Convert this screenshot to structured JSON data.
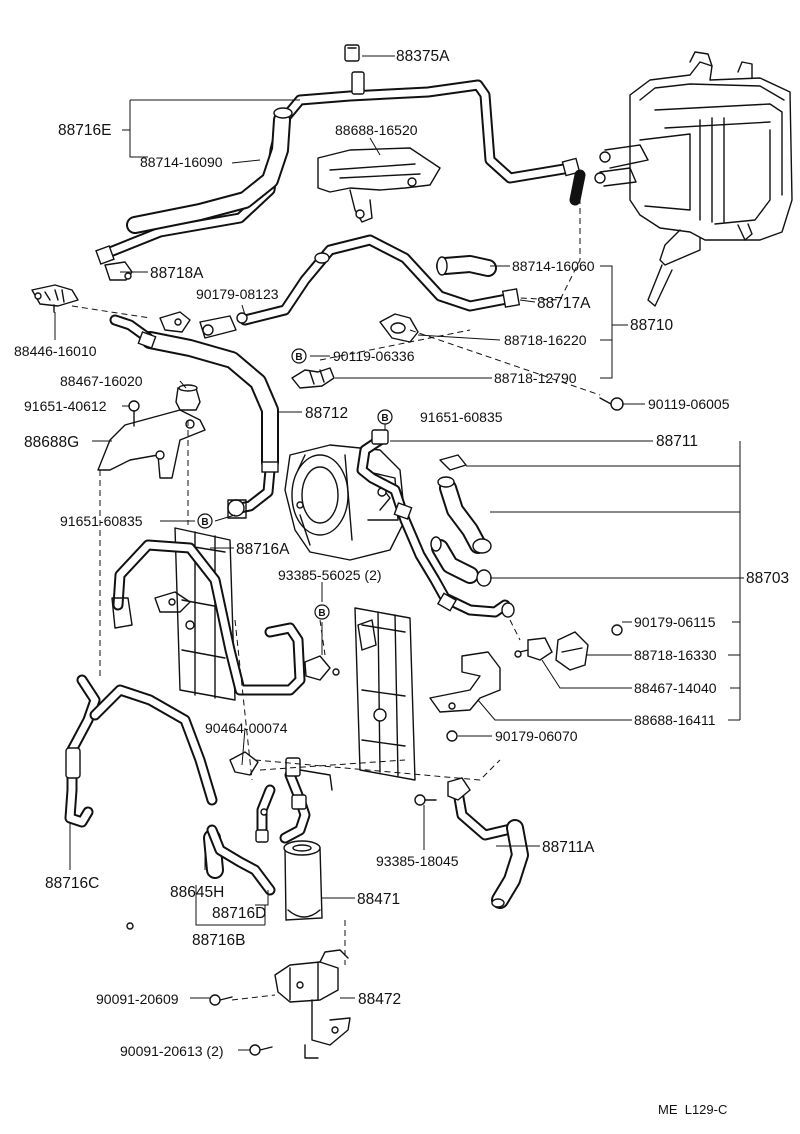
{
  "diagram_ref": "ME  L129-C",
  "bolt_marker": "B",
  "labels": {
    "p88375A": "88375A",
    "p88716E": "88716E",
    "p88714_16090": "88714-16090",
    "p88688_16520": "88688-16520",
    "p88718A": "88718A",
    "p88714_16060": "88714-16060",
    "p88717A": "88717A",
    "p90179_08123": "90179-08123",
    "p88446_16010": "88446-16010",
    "p88710": "88710",
    "p88718_16220": "88718-16220",
    "p90119_06336": "90119-06336",
    "p88718_12790": "88718-12790",
    "p88467_16020": "88467-16020",
    "p90119_06005": "90119-06005",
    "p91651_40612": "91651-40612",
    "p88712": "88712",
    "p91651_60835a": "91651-60835",
    "p88688G": "88688G",
    "p88711": "88711",
    "p91651_60835b": "91651-60835",
    "p88716A": "88716A",
    "p93385_56025": "93385-56025 (2)",
    "p88703": "88703",
    "p90179_06115": "90179-06115",
    "p88718_16330": "88718-16330",
    "p88467_14040": "88467-14040",
    "p90464_00074": "90464-00074",
    "p88688_16411": "88688-16411",
    "p90179_06070": "90179-06070",
    "p88711A": "88711A",
    "p93385_18045": "93385-18045",
    "p88716C": "88716C",
    "p88645H": "88645H",
    "p88471": "88471",
    "p88716D": "88716D",
    "p88716B": "88716B",
    "p88472": "88472",
    "p90091_20609": "90091-20609",
    "p90091_20613": "90091-20613 (2)"
  }
}
